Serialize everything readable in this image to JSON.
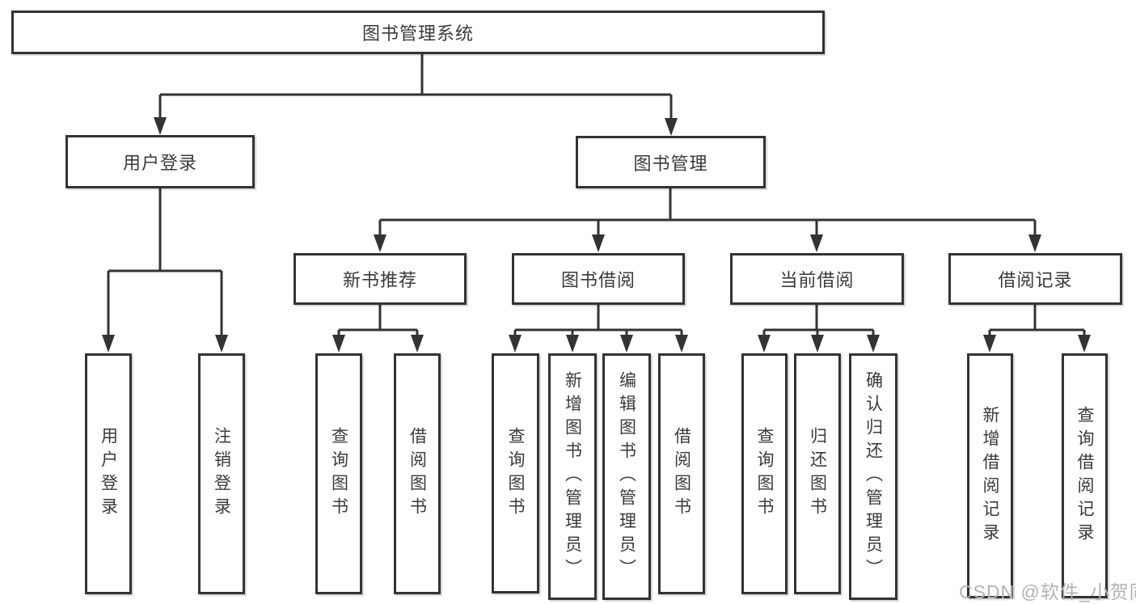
{
  "theme": {
    "line": "#333333",
    "text": "#3a3a3a",
    "background": "#ffffff",
    "watermark": "#b3b3b3"
  },
  "watermark": {
    "text": "CSDN @软件_小贺同学"
  },
  "diagram": {
    "type": "tree",
    "nodes": {
      "root": "图书管理系统",
      "user_login": "用户登录",
      "book_management": "图书管理",
      "new_book_recommend": "新书推荐",
      "book_borrowing": "图书借阅",
      "current_borrowing": "当前借阅",
      "borrowing_records": "借阅记录"
    },
    "leaves": {
      "user_login": [
        "用户登录",
        "注销登录"
      ],
      "new_book_recommend": [
        "查询图书",
        "借阅图书"
      ],
      "book_borrowing": [
        "查询图书",
        "新增图书（管理员）",
        "编辑图书（管理员）",
        "借阅图书"
      ],
      "current_borrowing": [
        "查询图书",
        "归还图书",
        "确认归还（管理员）"
      ],
      "borrowing_records": [
        "新增借阅记录",
        "查询借阅记录"
      ]
    }
  }
}
